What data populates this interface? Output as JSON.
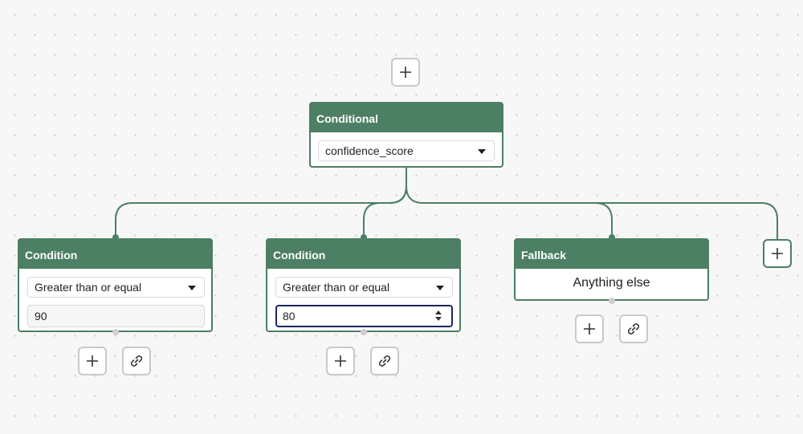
{
  "conditional": {
    "title": "Conditional",
    "variable": "confidence_score"
  },
  "branches": [
    {
      "title": "Condition",
      "operator": "Greater than or equal",
      "value": "90"
    },
    {
      "title": "Condition",
      "operator": "Greater than or equal",
      "value": "80"
    }
  ],
  "fallback": {
    "title": "Fallback",
    "text": "Anything else"
  },
  "icons": {
    "add": "plus-icon",
    "link": "link-icon",
    "dropdown": "caret-down-icon"
  },
  "colors": {
    "node_green": "#4c7f63",
    "focus_border": "#1b2560"
  }
}
